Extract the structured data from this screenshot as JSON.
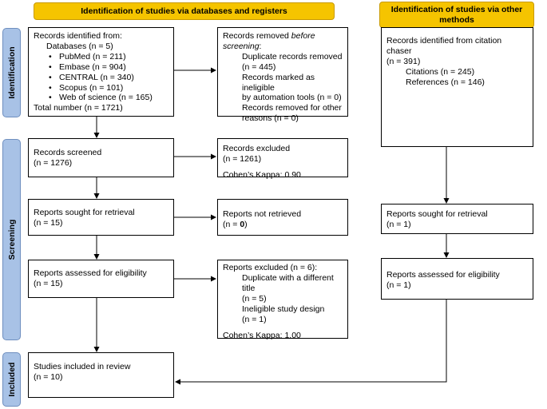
{
  "headers": {
    "db": "Identification of studies via databases and registers",
    "other": "Identification of studies via other methods"
  },
  "sides": {
    "identification": "Identification",
    "screening": "Screening",
    "included": "Included"
  },
  "boxes": {
    "records_identified": {
      "title": "Records identified from:",
      "databases": "Databases (n = 5)",
      "items": [
        "PubMed (n = 211)",
        "Embase (n = 904)",
        "CENTRAL (n = 340)",
        "Scopus (n = 101)",
        "Web of science (n = 165)"
      ],
      "total": "Total number (n = 1721)"
    },
    "records_removed": {
      "title_plain": "Records removed ",
      "title_italic": "before screening",
      "title_colon": ":",
      "lines": [
        "Duplicate records removed",
        "(n = 445)",
        "Records marked as ineligible",
        "by automation tools (n = 0)",
        "Records removed for other",
        "reasons (n = 0)"
      ]
    },
    "citation_chaser": {
      "line1": "Records identified from citation chaser",
      "line2": "(n = 391)",
      "citations": "Citations (n = 245)",
      "references": "References (n = 146)"
    },
    "records_screened": {
      "line1": "Records screened",
      "line2": "(n = 1276)"
    },
    "records_excluded": {
      "line1": "Records excluded",
      "line2": "(n = 1261)",
      "kappa": "Cohen’s Kappa: 0.90"
    },
    "reports_sought": {
      "line1": "Reports sought for retrieval",
      "line2": "(n = 15)"
    },
    "not_retrieved": {
      "line1": "Reports not retrieved",
      "line2_prefix": "(n = ",
      "line2_value": "0",
      "line2_suffix": ")"
    },
    "other_sought": {
      "line1": "Reports sought for retrieval",
      "line2": "(n = 1)"
    },
    "reports_assessed": {
      "line1": "Reports assessed for eligibility",
      "line2": "(n = 15)"
    },
    "reports_excluded": {
      "title": "Reports excluded (n = 6):",
      "dup1": "Duplicate with a different title",
      "dup2": "(n = 5)",
      "inel1": "Ineligible study design",
      "inel2": "(n = 1)",
      "kappa": "Cohen’s Kappa: 1.00"
    },
    "other_assessed": {
      "line1": "Reports assessed for eligibility",
      "line2": "(n = 1)"
    },
    "included": {
      "line1": "Studies included in review",
      "line2": "(n = 10)"
    }
  }
}
